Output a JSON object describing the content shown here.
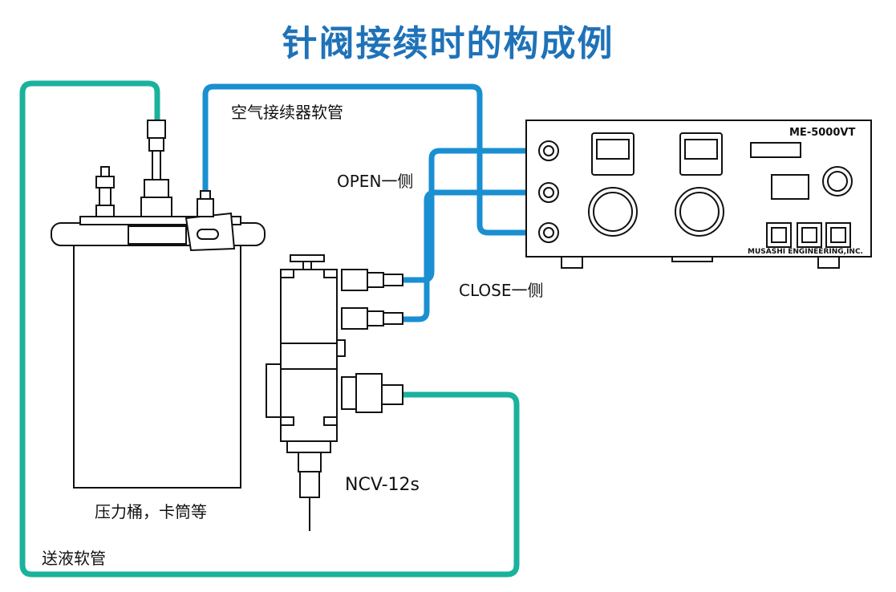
{
  "title": "针阀接续时的构成例",
  "colors": {
    "title": "#1f72b8",
    "air_hose": "#1a8fd1",
    "liquid_hose": "#1ab29c"
  },
  "labels": {
    "air_hose": "空气接续器软管",
    "open_side": "OPEN一侧",
    "close_side": "CLOSE一侧",
    "valve": "NCV-12s",
    "tank": "压力桶，卡筒等",
    "feed_hose": "送液软管"
  },
  "controller": {
    "model": "ME-5000VT",
    "maker": "MUSASHI ENGINEERING,INC."
  }
}
